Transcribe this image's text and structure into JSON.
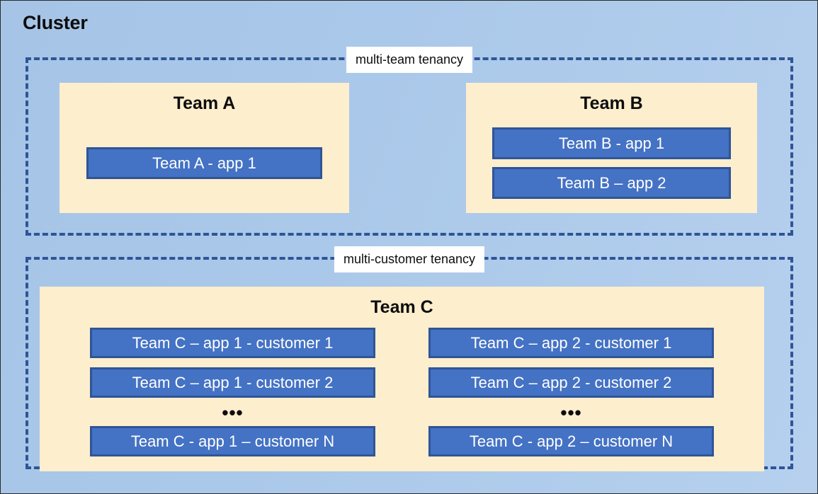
{
  "diagram": {
    "title": "Cluster",
    "colors": {
      "background_blue": "#aac8e9",
      "dashed_border": "#2f5597",
      "team_box_yellow": "#fdeecd",
      "app_box_blue": "#4472c4",
      "app_box_border": "#2f5597",
      "label_background": "#ffffff",
      "text_dark": "#0d0d0d",
      "text_light": "#ffffff"
    },
    "groups": [
      {
        "id": "multi-team-tenancy",
        "label": "multi-team tenancy",
        "teams": [
          {
            "id": "team-a",
            "title": "Team A",
            "apps": [
              {
                "label": "Team A - app 1"
              }
            ]
          },
          {
            "id": "team-b",
            "title": "Team B",
            "apps": [
              {
                "label": "Team B - app 1"
              },
              {
                "label": "Team B – app 2"
              }
            ]
          }
        ]
      },
      {
        "id": "multi-customer-tenancy",
        "label": "multi-customer tenancy",
        "teams": [
          {
            "id": "team-c",
            "title": "Team C",
            "ellipsis": "•••",
            "columns": [
              {
                "id": "team-c-app-1",
                "apps_top": [
                  {
                    "label": "Team C – app 1 - customer 1"
                  },
                  {
                    "label": "Team C – app 1 - customer 2"
                  }
                ],
                "apps_bottom": [
                  {
                    "label": "Team C - app 1 – customer N"
                  }
                ]
              },
              {
                "id": "team-c-app-2",
                "apps_top": [
                  {
                    "label": "Team C – app 2 - customer 1"
                  },
                  {
                    "label": "Team C – app 2 - customer 2"
                  }
                ],
                "apps_bottom": [
                  {
                    "label": "Team C - app 2 – customer N"
                  }
                ]
              }
            ]
          }
        ]
      }
    ]
  }
}
